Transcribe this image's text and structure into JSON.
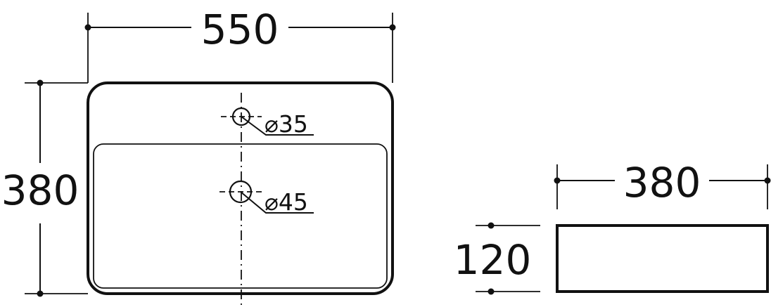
{
  "top_view": {
    "width_label": "550",
    "depth_label": "380",
    "tap_hole_label": "⌀35",
    "drain_hole_label": "⌀45"
  },
  "side_view": {
    "width_label": "380",
    "height_label": "120"
  },
  "colors": {
    "line": "#111111",
    "background": "#ffffff"
  }
}
